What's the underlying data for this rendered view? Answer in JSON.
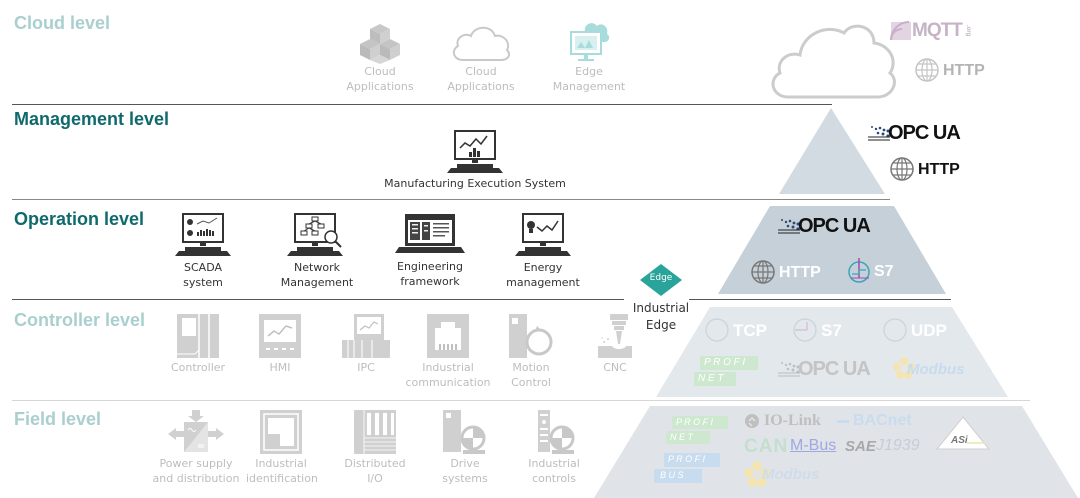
{
  "levels": {
    "cloud": {
      "title": "Cloud level"
    },
    "management": {
      "title": "Management level"
    },
    "operation": {
      "title": "Operation level"
    },
    "controller": {
      "title": "Controller level"
    },
    "field": {
      "title": "Field level"
    }
  },
  "cloud_items": [
    {
      "label1": "Cloud",
      "label2": "Applications",
      "icon": "boxes-icon"
    },
    {
      "label1": "Cloud",
      "label2": "Applications",
      "icon": "cloud-icon"
    },
    {
      "label1": "Edge",
      "label2": "Management",
      "icon": "edge-management-icon"
    }
  ],
  "management_items": [
    {
      "label1": "Manufacturing Execution System",
      "icon": "mes-monitor-icon"
    }
  ],
  "operation_items": [
    {
      "label1": "SCADA",
      "label2": "system",
      "icon": "scada-monitor-icon"
    },
    {
      "label1": "Network",
      "label2": "Management",
      "icon": "network-monitor-icon"
    },
    {
      "label1": "Engineering",
      "label2": "framework",
      "icon": "engineering-laptop-icon"
    },
    {
      "label1": "Energy",
      "label2": "management",
      "icon": "energy-monitor-icon"
    }
  ],
  "industrial_edge": {
    "badge": "Edge",
    "label1": "Industrial",
    "label2": "Edge",
    "color": "#2aa39b"
  },
  "controller_items": [
    {
      "label1": "Controller",
      "label2": "",
      "icon": "controller-icon"
    },
    {
      "label1": "HMI",
      "label2": "",
      "icon": "hmi-icon"
    },
    {
      "label1": "IPC",
      "label2": "",
      "icon": "ipc-icon"
    },
    {
      "label1": "Industrial",
      "label2": "communication",
      "icon": "ethernet-port-icon"
    },
    {
      "label1": "Motion",
      "label2": "Control",
      "icon": "motion-control-icon"
    },
    {
      "label1": "CNC",
      "label2": "",
      "icon": "cnc-drill-icon"
    }
  ],
  "field_items": [
    {
      "label1": "Power supply",
      "label2": "and distribution",
      "icon": "power-supply-icon"
    },
    {
      "label1": "Industrial",
      "label2": "identification",
      "icon": "rfid-icon"
    },
    {
      "label1": "Distributed",
      "label2": "I/O",
      "icon": "distributed-io-icon"
    },
    {
      "label1": "Drive",
      "label2": "systems",
      "icon": "drive-icon"
    },
    {
      "label1": "Industrial",
      "label2": "controls",
      "icon": "industrial-controls-icon"
    }
  ],
  "protocols": {
    "cloud": {
      "mqtt": "MQTT",
      "mqtt_suffix": ".org",
      "http": "HTTP"
    },
    "management": {
      "opcua": "OPC UA",
      "http": "HTTP"
    },
    "operation": {
      "opcua": "OPC UA",
      "http": "HTTP",
      "s7": "S7"
    },
    "controller": {
      "tcp": "TCP",
      "s7": "S7",
      "udp": "UDP",
      "profinet1": "P R O F I",
      "profinet2": "N E T",
      "opcua": "OPC UA",
      "modbus": "Modbus"
    },
    "field": {
      "profinet1": "P R O F I",
      "profinet2": "N E T",
      "profibus1": "P R O F I",
      "profibus2": "B U S",
      "iolink": "IO-Link",
      "bacnet": "BACnet",
      "can": "CAN",
      "mbus": "M-Bus",
      "sae": "SAE",
      "j1939": "J1939",
      "asi": "ASi",
      "modbus": "Modbus"
    }
  },
  "colors": {
    "accent_teal": "#0f6a6e",
    "faded_teal": "#a9cfcf",
    "pyramid_fill": "#c5d0d8",
    "pyramid_fill_faded": "#dde3e8"
  }
}
